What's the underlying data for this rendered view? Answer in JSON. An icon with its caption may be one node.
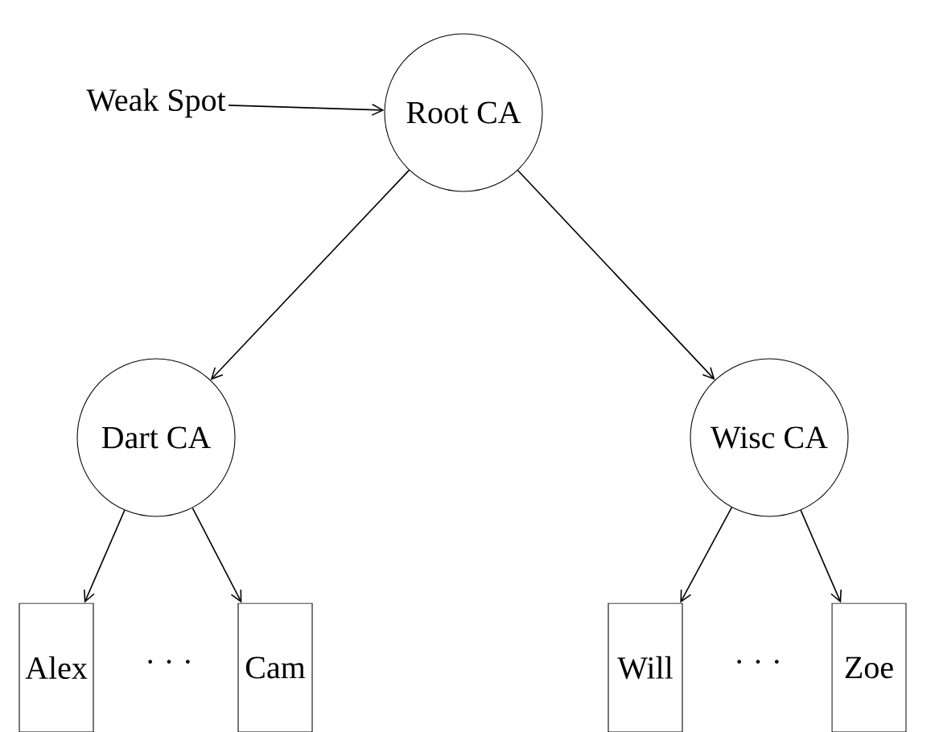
{
  "diagram": {
    "nodes": [
      {
        "text": [
          "Weak Spot"
        ]
      },
      {
        "text": [
          "Root CA"
        ]
      },
      {
        "text": [
          "Dart CA"
        ]
      },
      {
        "text": [
          "Wisc CA"
        ]
      },
      {
        "text": [
          "Alex"
        ]
      },
      {
        "text": [
          "Cam"
        ]
      },
      {
        "text": [
          "Will"
        ]
      },
      {
        "text": [
          "Zoe"
        ]
      }
    ],
    "edges": [
      {
        "from": 0,
        "to": 1,
        "arrow": "to"
      },
      {
        "from": 1,
        "to": 2,
        "arrow": "to"
      },
      {
        "from": 1,
        "to": 3,
        "arrow": "to"
      },
      {
        "from": 2,
        "to": 4,
        "arrow": "to"
      },
      {
        "from": 2,
        "to": 5,
        "arrow": "to"
      },
      {
        "from": 3,
        "to": 6,
        "arrow": "to"
      },
      {
        "from": 3,
        "to": 7,
        "arrow": "to"
      }
    ],
    "labels": [
      "· · ·",
      "· · ·"
    ]
  }
}
